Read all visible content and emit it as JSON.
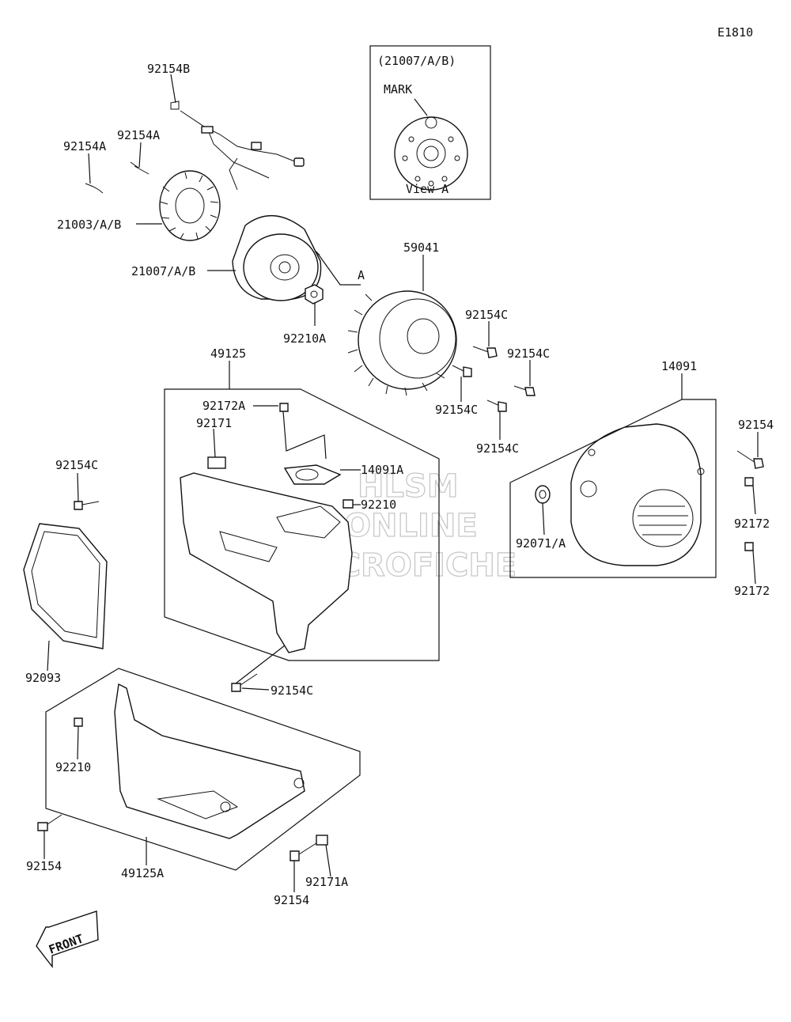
{
  "diagram_code": "E1810",
  "view_a": {
    "ref": "(21007/A/B)",
    "mark": "MARK",
    "caption": "View A"
  },
  "labels": {
    "p92154B": "92154B",
    "p92154A_1": "92154A",
    "p92154A_2": "92154A",
    "p21003": "21003/A/B",
    "p21007": "21007/A/B",
    "arrowA": "A",
    "p92210A": "92210A",
    "p59041": "59041",
    "p92154C_1": "92154C",
    "p92154C_2": "92154C",
    "p92154C_3": "92154C",
    "p92154C_4": "92154C",
    "p49125": "49125",
    "p92172A": "92172A",
    "p92171": "92171",
    "p14091A": "14091A",
    "p92210_1": "92210",
    "p14091": "14091",
    "p92154_1": "92154",
    "p92172_1": "92172",
    "p92172_2": "92172",
    "p92071A": "92071/A",
    "p92154C_5": "92154C",
    "p92093": "92093",
    "p92154C_6": "92154C",
    "p92210_2": "92210",
    "p92154_2": "92154",
    "p49125A": "49125A",
    "p92154_3": "92154",
    "p92171A": "92171A"
  },
  "front_arrow": "FRONT",
  "watermark": [
    "HLSM",
    "ONLINE",
    "MICROFICHE"
  ]
}
